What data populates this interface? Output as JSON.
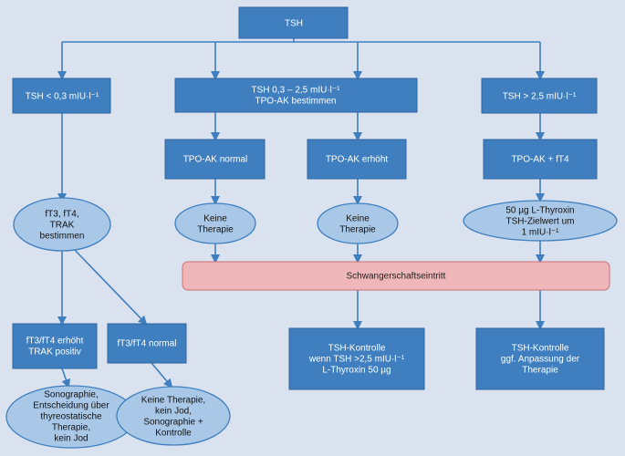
{
  "diagram": {
    "colors": {
      "background": "#d9e2ee",
      "box_fill": "#3f7fbf",
      "box_stroke": "#2e64a0",
      "oval_fill": "#a9c7e6",
      "oval_stroke": "#3f7fbf",
      "bar_fill": "#efb7b9",
      "bar_stroke": "#cc6f74",
      "arrow": "#3f7fbf"
    },
    "nodes": {
      "tsh": {
        "lines": [
          "TSH"
        ]
      },
      "tsh_low": {
        "lines": [
          "TSH < 0,3 mIU·l⁻¹"
        ]
      },
      "tsh_mid": {
        "lines": [
          "TSH 0,3 – 2,5 mIU·l⁻¹",
          "TPO-AK bestimmen"
        ]
      },
      "tsh_high": {
        "lines": [
          "TSH > 2,5 mIU·l⁻¹"
        ]
      },
      "tpo_normal": {
        "lines": [
          "TPO-AK normal"
        ]
      },
      "tpo_high": {
        "lines": [
          "TPO-AK erhöht"
        ]
      },
      "tpo_ft4": {
        "lines": [
          "TPO-AK + fT4"
        ]
      },
      "ft3_test": {
        "lines": [
          "fT3, fT4,",
          "TRAK",
          "bestimmen"
        ]
      },
      "keine_1": {
        "lines": [
          "Keine",
          "Therapie"
        ]
      },
      "keine_2": {
        "lines": [
          "Keine",
          "Therapie"
        ]
      },
      "thyroxin": {
        "lines": [
          "50 µg L-Thyroxin",
          "TSH-Zielwert um",
          "1 mIU·l⁻¹"
        ]
      },
      "pregnancy": {
        "lines": [
          "Schwangerschaftseintritt"
        ]
      },
      "ft3_high": {
        "lines": [
          "fT3/fT4 erhöht",
          "TRAK positiv"
        ]
      },
      "ft3_normal": {
        "lines": [
          "fT3/fT4 normal"
        ]
      },
      "control_1": {
        "lines": [
          "TSH-Kontrolle",
          "wenn TSH >2,5 mIU·l⁻¹",
          "L-Thyroxin 50 µg"
        ]
      },
      "control_2": {
        "lines": [
          "TSH-Kontrolle",
          "ggf. Anpassung der",
          "Therapie"
        ]
      },
      "sono": {
        "lines": [
          "Sonographie,",
          "Entscheidung über",
          "thyreostatische",
          "Therapie,",
          "kein Jod"
        ]
      },
      "no_therapy": {
        "lines": [
          "Keine Therapie,",
          "kein Jod,",
          "Sonographie +",
          "Kontrolle"
        ]
      }
    }
  }
}
